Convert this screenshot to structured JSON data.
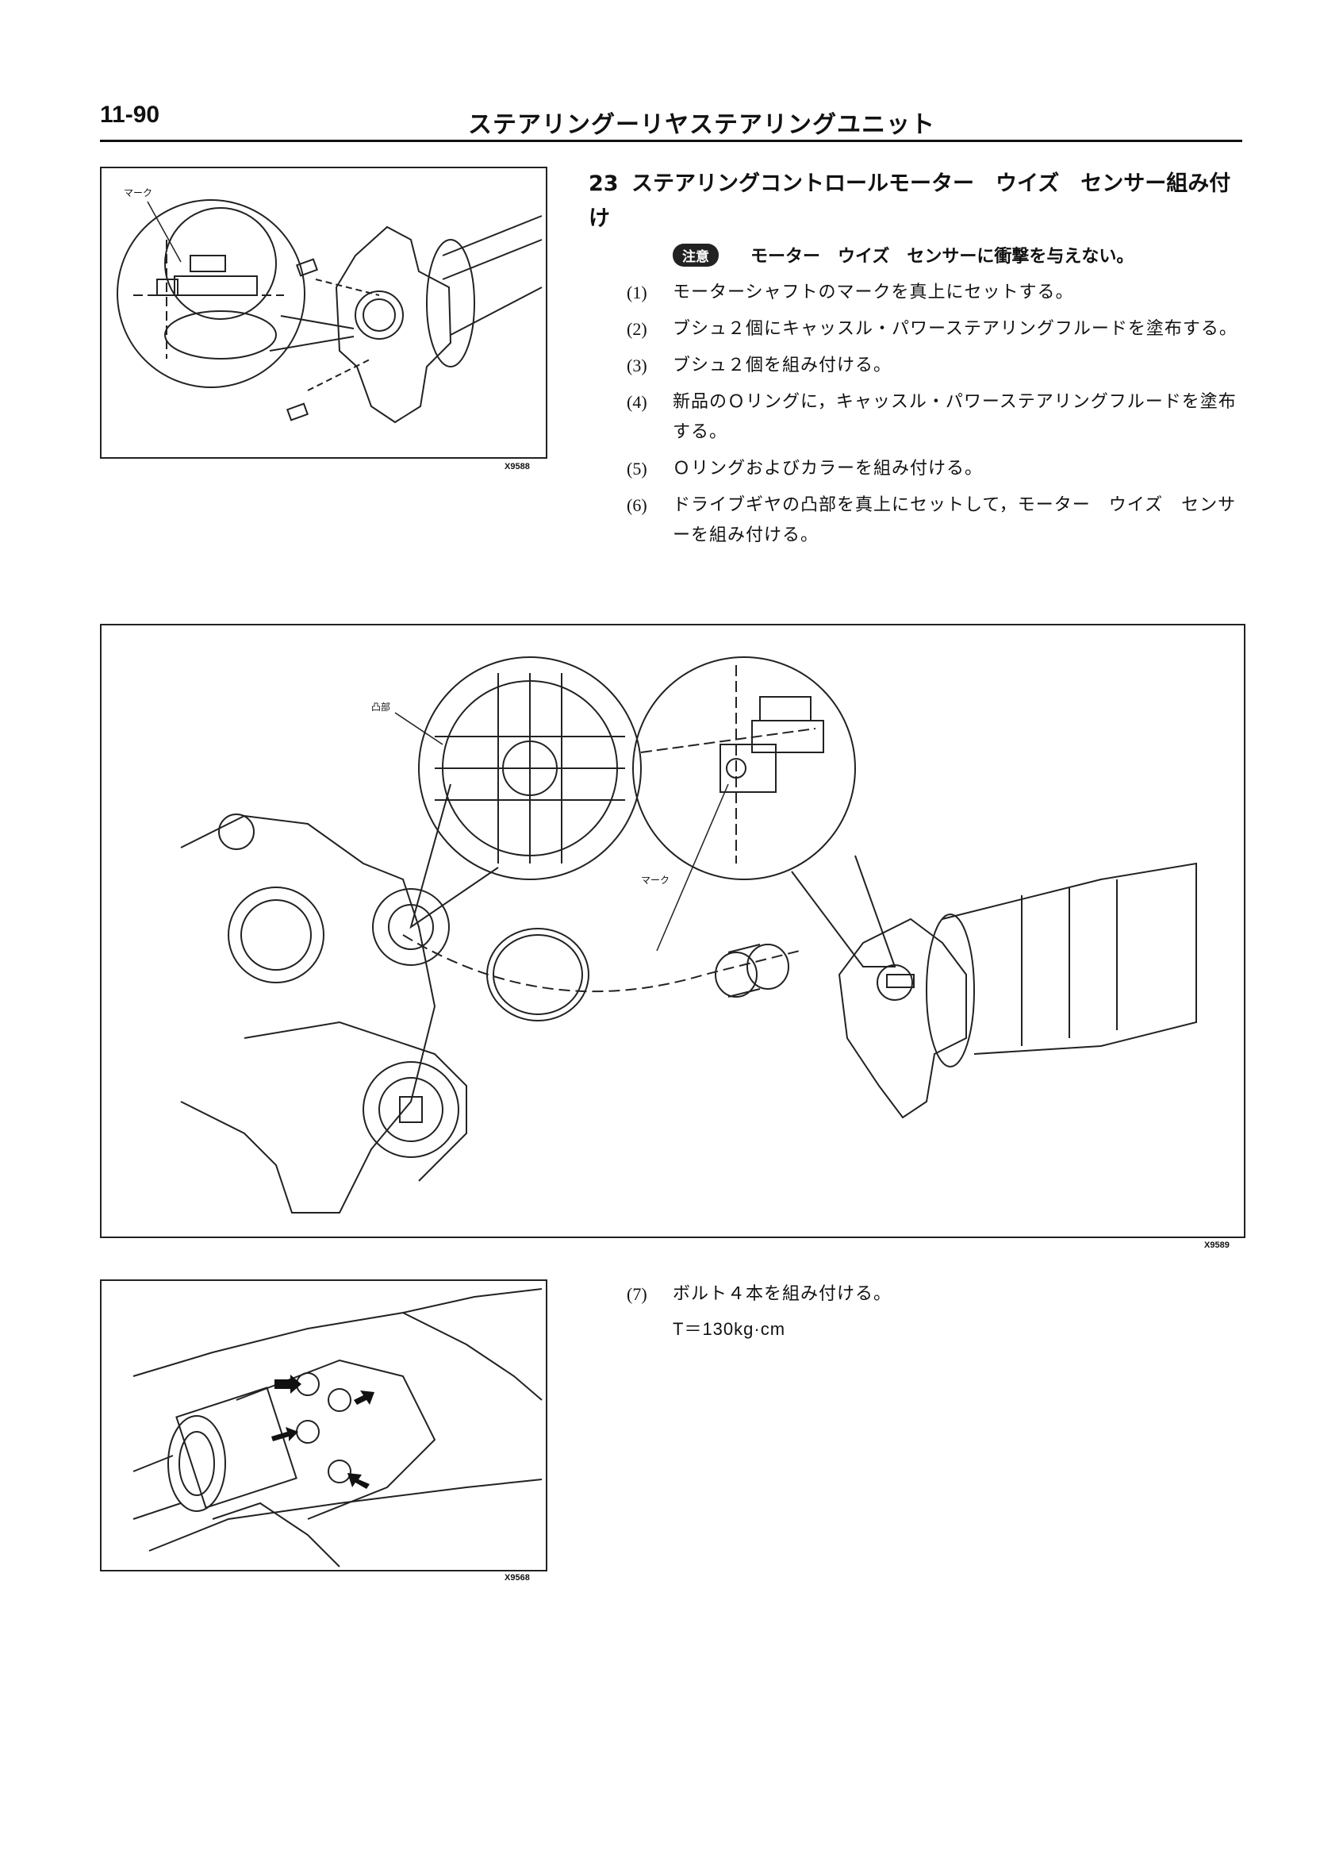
{
  "header": {
    "page_number": "11-90",
    "title": "ステアリングーリヤステアリングユニット"
  },
  "figures": {
    "fig1": {
      "code": "X9588",
      "labels": {
        "mark": "マーク"
      }
    },
    "fig2": {
      "code": "X9589",
      "labels": {
        "protrusion": "凸部",
        "mark": "マーク"
      }
    },
    "fig3": {
      "code": "X9568"
    }
  },
  "section": {
    "number": "23",
    "title": "ステアリングコントロールモーター　ウイズ　センサー組み付け",
    "caution_label": "注意",
    "caution_text": "モーター　ウイズ　センサーに衝撃を与えない。",
    "steps": [
      {
        "no": "(1)",
        "text": "モーターシャフトのマークを真上にセットする。"
      },
      {
        "no": "(2)",
        "text": "ブシュ２個にキャッスル・パワーステアリングフルードを塗布する。"
      },
      {
        "no": "(3)",
        "text": "ブシュ２個を組み付ける。"
      },
      {
        "no": "(4)",
        "text": "新品のＯリングに，キャッスル・パワーステアリングフルードを塗布する。"
      },
      {
        "no": "(5)",
        "text": "Ｏリングおよびカラーを組み付ける。"
      },
      {
        "no": "(6)",
        "text": "ドライブギヤの凸部を真上にセットして，モーター　ウイズ　センサーを組み付ける。"
      }
    ],
    "step7": {
      "no": "(7)",
      "text": "ボルト４本を組み付ける。"
    },
    "torque": "T＝130kg·cm"
  }
}
